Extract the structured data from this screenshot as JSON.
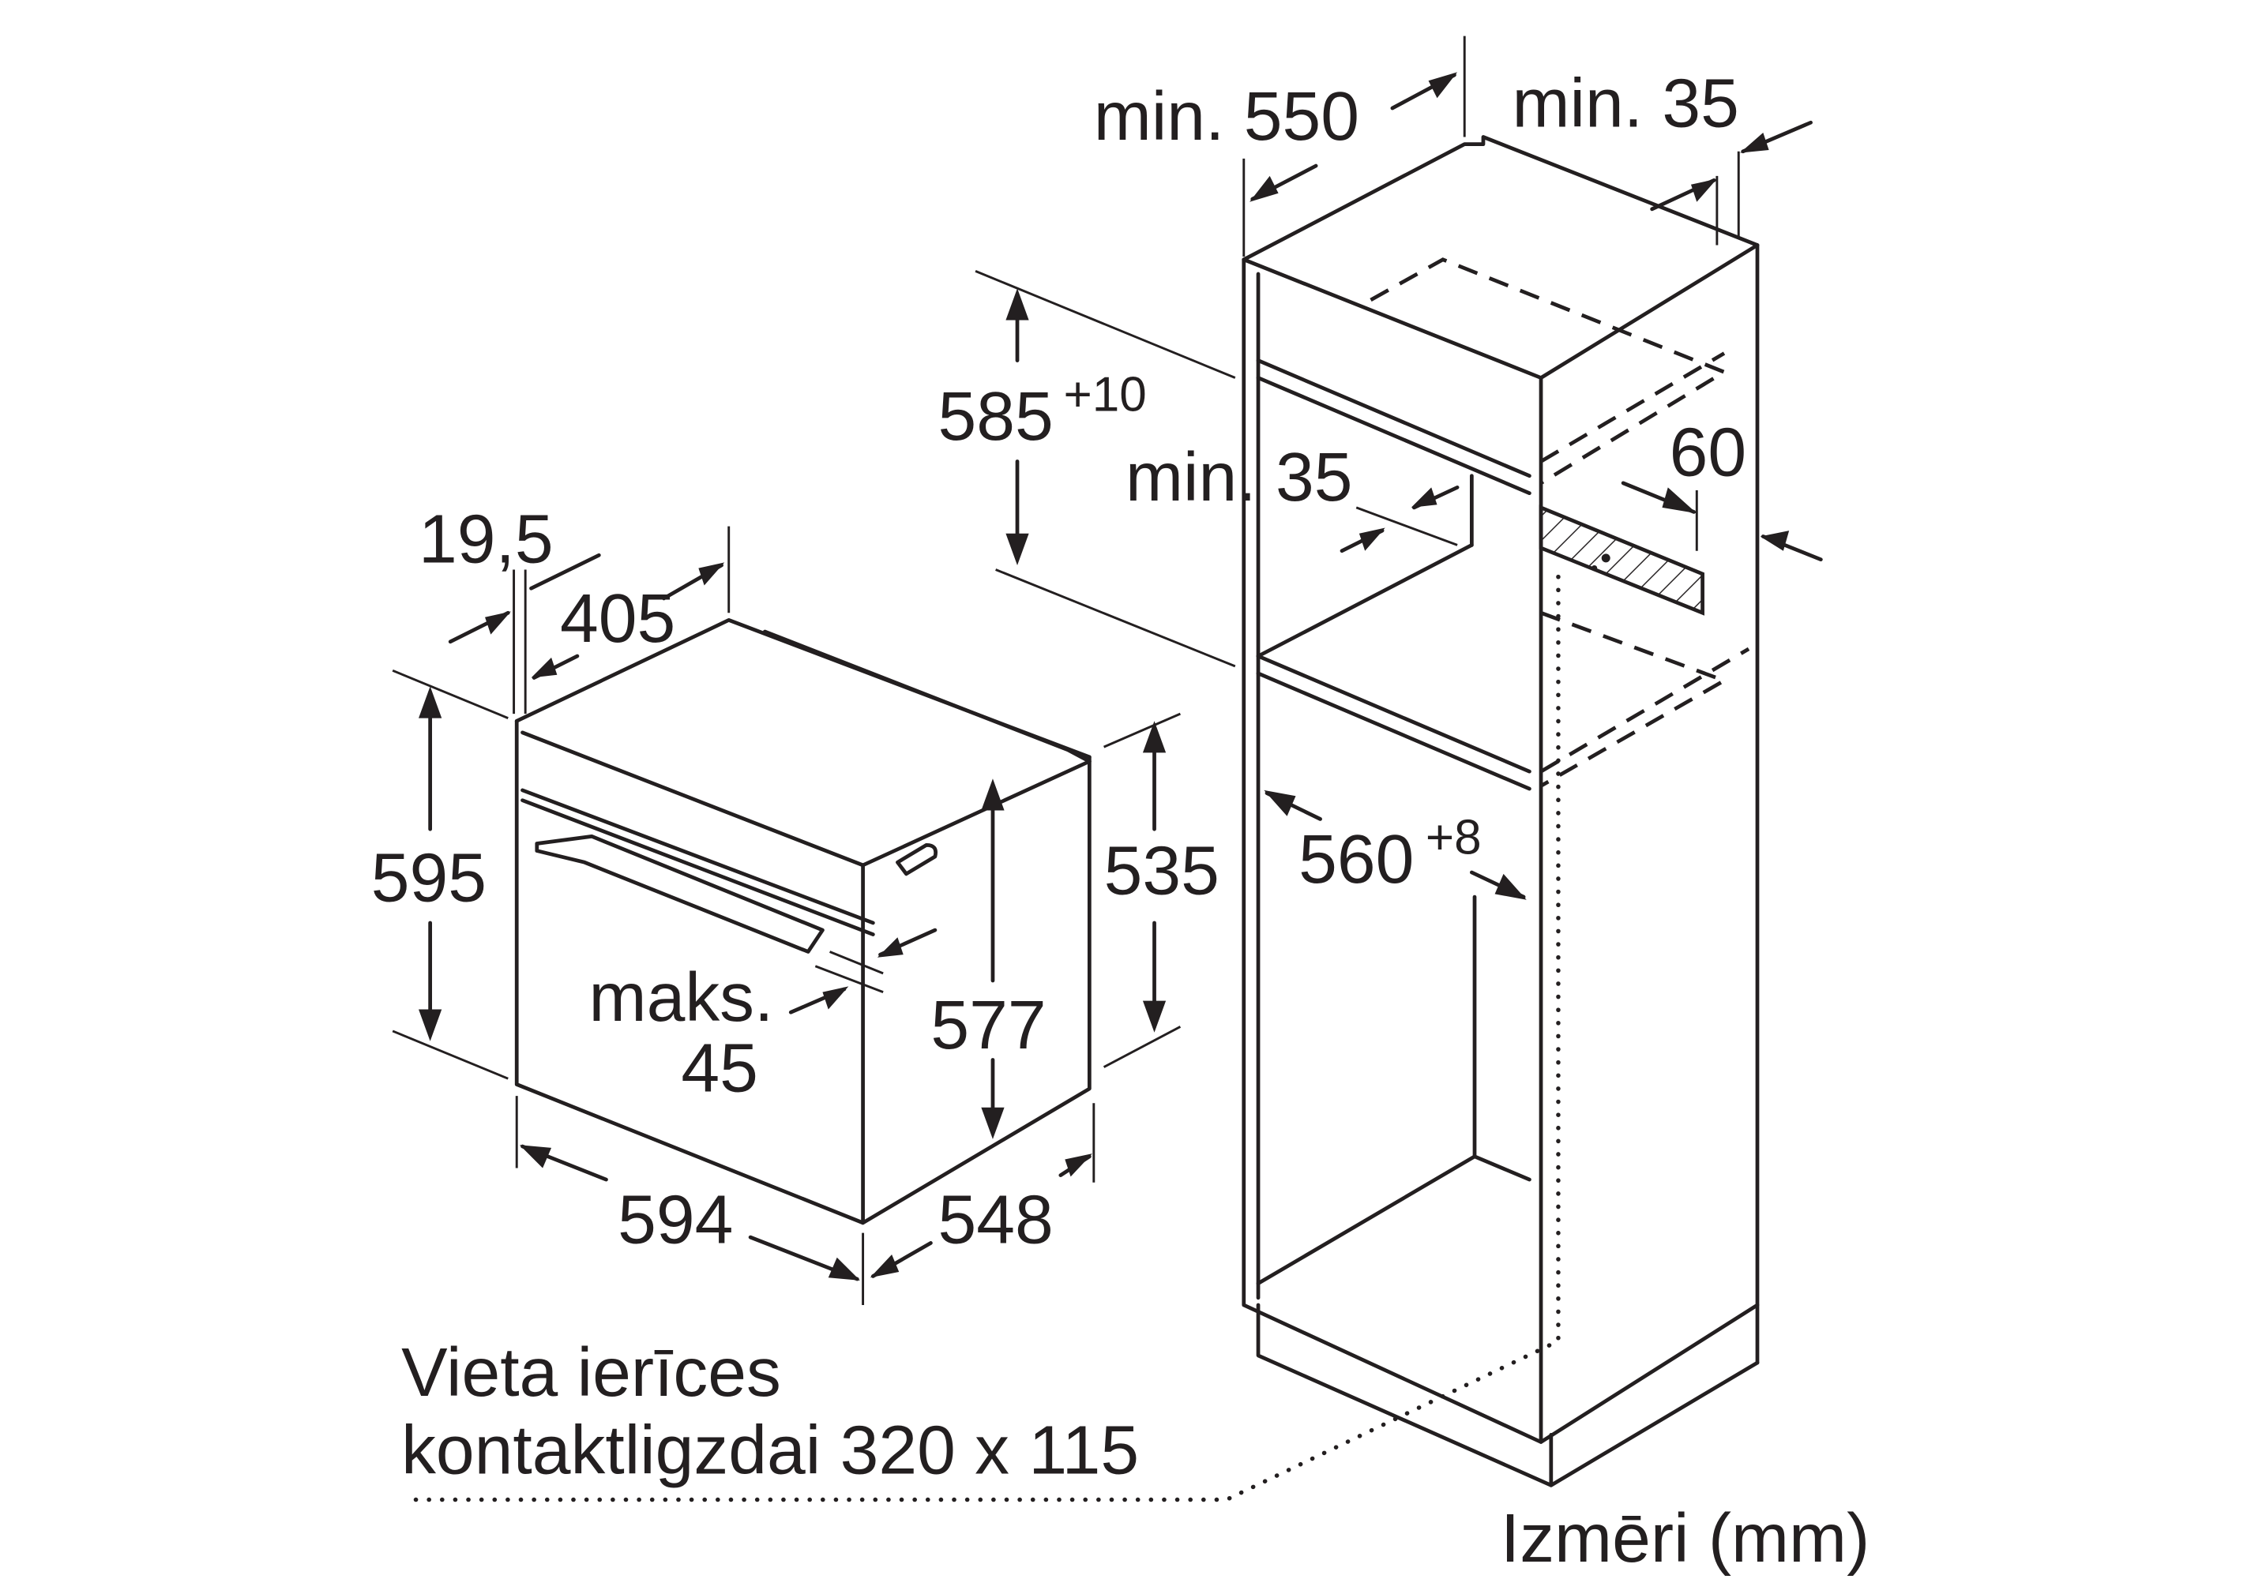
{
  "labels": {
    "cab_depth": "min. 550",
    "cab_top_gap": "min. 35",
    "niche_height": "585",
    "niche_height_tol": "+10",
    "shelf_gap": "min. 35",
    "vent_depth": "60",
    "front_offset": "19,5",
    "oven_top_depth": "405",
    "oven_height": "595",
    "oven_body_height": "535",
    "niche_width": "560",
    "niche_width_tol": "+8",
    "max_label": "maks.",
    "max_value": "45",
    "inner_height": "577",
    "oven_width": "594",
    "oven_depth": "548",
    "socket_line1": "Vieta ierīces",
    "socket_line2": "kontaktligzdai 320 x 115",
    "units": "Izmēri (mm)"
  },
  "colors": {
    "line": "#231f20",
    "background": "#ffffff"
  }
}
